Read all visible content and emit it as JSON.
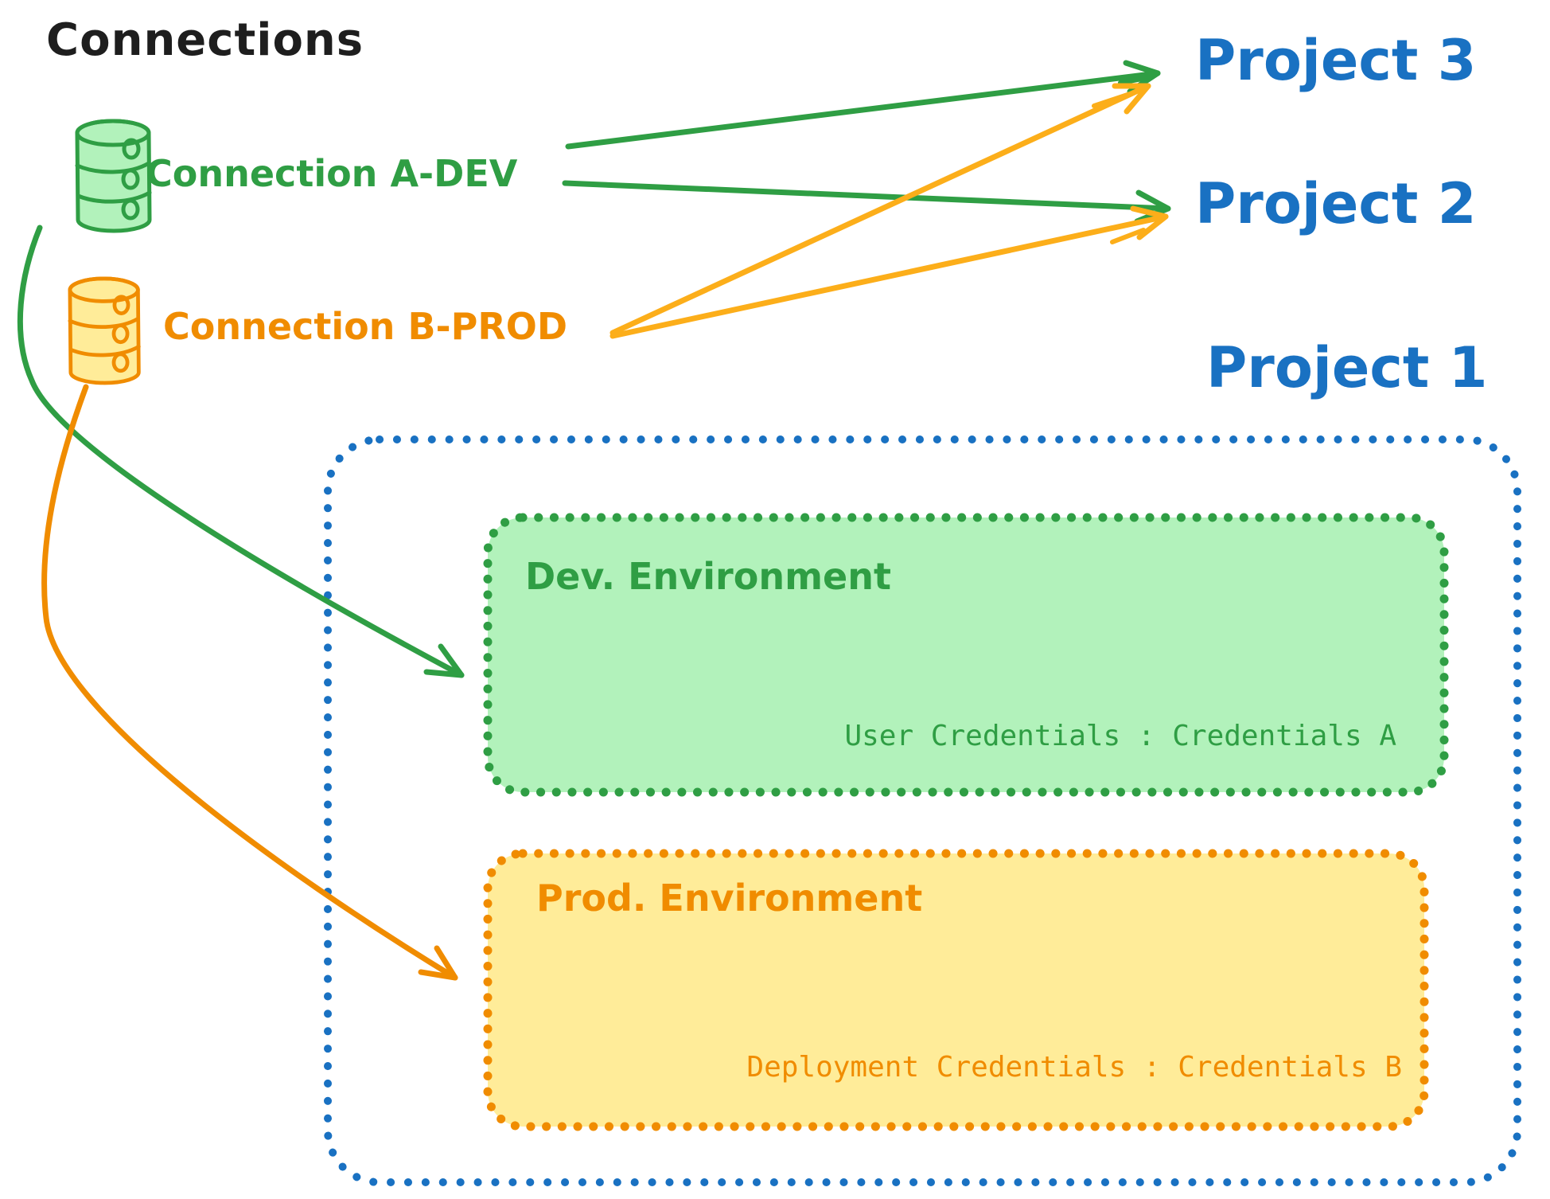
{
  "title": "Connections",
  "connections": {
    "a_dev": {
      "label": "Connection A-DEV",
      "icon": "database-icon"
    },
    "b_prod": {
      "label": "Connection B-PROD",
      "icon": "database-icon"
    }
  },
  "projects": {
    "p3": {
      "label": "Project 3"
    },
    "p2": {
      "label": "Project 2"
    },
    "p1": {
      "label": "Project 1"
    }
  },
  "project1": {
    "dev_env": {
      "title": "Dev. Environment",
      "credentials": "User Credentials : Credentials A"
    },
    "prod_env": {
      "title": "Prod. Environment",
      "credentials": "Deployment Credentials : Credentials B"
    }
  },
  "edges": [
    {
      "from": "Connection A-DEV",
      "to": "Project 3",
      "color": "green"
    },
    {
      "from": "Connection A-DEV",
      "to": "Project 2",
      "color": "green"
    },
    {
      "from": "Connection B-PROD",
      "to": "Project 3",
      "color": "amber"
    },
    {
      "from": "Connection B-PROD",
      "to": "Project 2",
      "color": "amber"
    },
    {
      "from": "Connection A-DEV",
      "to": "Dev. Environment (Project 1)",
      "color": "green"
    },
    {
      "from": "Connection B-PROD",
      "to": "Prod. Environment (Project 1)",
      "color": "orange"
    }
  ],
  "colors": {
    "ink": "#1e1e1e",
    "green": "#2f9e44",
    "green_fill": "#b2f2bb",
    "orange": "#f08c00",
    "amber_arrow": "#fcae1a",
    "yellow_fill": "#ffec99",
    "blue": "#1971c2"
  }
}
